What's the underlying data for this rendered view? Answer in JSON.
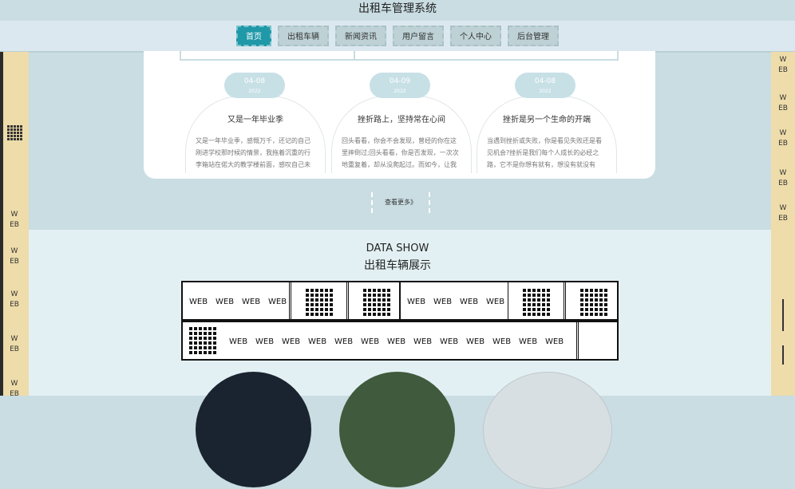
{
  "header": {
    "title": "出租车管理系统"
  },
  "nav": [
    {
      "label": "首页",
      "active": true
    },
    {
      "label": "出租车辆",
      "active": false
    },
    {
      "label": "新闻资讯",
      "active": false
    },
    {
      "label": "用户留言",
      "active": false
    },
    {
      "label": "个人中心",
      "active": false
    },
    {
      "label": "后台管理",
      "active": false
    }
  ],
  "side": {
    "text": "WEB"
  },
  "news": {
    "cards": [
      {
        "date": "04-08",
        "year": "2022",
        "title": "又是一年毕业季",
        "body": "又是一年毕业季，感慨万千，还记的自己刚进学校那时候的情景，我拖着沉重的行李箱站在偌大的教学楼前面，感叹自己未来的"
      },
      {
        "date": "04-09",
        "year": "2022",
        "title": "挫折路上，坚持常在心间",
        "body": "回头看看，你会不会发现，曾经的你在这里摔倒过;回头看看，你是否发现，一次次地重复着，却从没爬起过。而如今，让我们把"
      },
      {
        "date": "04-08",
        "year": "2022",
        "title": "挫折是另一个生命的开端",
        "body": "当遇到挫折或失败，你是看见失败还是看见机会?挫折是我们每个人成长的必经之路，它不是你想有就有，想没有就没有的。有"
      }
    ],
    "more_label": "查看更多》"
  },
  "datashow": {
    "title_en": "DATA SHOW",
    "title_cn": "出租车辆展示",
    "word": "WEB"
  },
  "colors": {
    "accent": "#1f98a8",
    "page_bg": "#c9dde2",
    "side": "#eedcaa"
  }
}
